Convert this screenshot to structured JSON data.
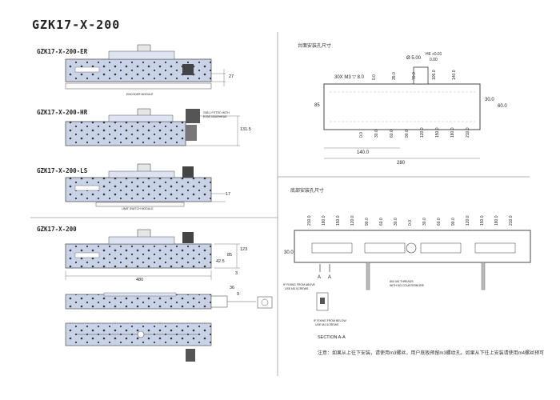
{
  "title": "GZK17-X-200",
  "variants": {
    "er": "GZK17-X-200-ER",
    "hr": "GZK17-X-200-HR",
    "ls": "GZK17-X-200-LS",
    "base": "GZK17-X-200"
  },
  "callouts": {
    "encoder": "ENCODER MODULE",
    "gearhead_1": "G55.1 FITTED WITH",
    "gearhead_2": "EG55 GEARHEAD",
    "limit": "LIMIT SWITCH MODULE",
    "fix_above_1": "IF FIXING FROM ABOVE",
    "fix_above_2": "USE M3 SCREWS",
    "fix_below_1": "IF FIXING FROM BELOW",
    "fix_below_2": "USE M4 SCREWS",
    "threads_1": "80X M4 THREADS",
    "threads_2": "WITH M3 COUNTERBORE",
    "section": "SECTION A-A"
  },
  "dims_left": {
    "er_height": "27",
    "hr_height": "131.5",
    "ls_height": "17",
    "base_85": "85",
    "base_123": "123",
    "base_42_5": "42.5",
    "base_3": "3",
    "base_480": "480",
    "side_36": "36",
    "side_9": "9"
  },
  "top_right": {
    "title": "台面安装孔尺寸",
    "holes": "30X M3 ▽ 8.0",
    "pin": "Ø 5.00",
    "tol_hi": "H6 +0.01",
    "tol_lo": "0.00",
    "top_marks": [
      "0.0",
      "35.0",
      "70.0",
      "105.0",
      "140.0"
    ],
    "bottom_marks": [
      "0.0",
      "30.0",
      "60.0",
      "90.0",
      "120.0",
      "150.0",
      "180.0",
      "210.0"
    ],
    "height_85": "85",
    "right_30": "30.0",
    "right_60": "60.0",
    "width_140": "140.0",
    "width_280": "280"
  },
  "bottom_right": {
    "title": "底部安装孔尺寸",
    "top_marks": [
      "210.0",
      "180.0",
      "150.0",
      "120.0",
      "90.0",
      "60.0",
      "30.0",
      "0.0",
      "30.0",
      "60.0",
      "90.0",
      "120.0",
      "150.0",
      "180.0",
      "210.0"
    ],
    "side_30": "30.0",
    "mark_a": "A",
    "mark_a2": "A"
  },
  "note": "注意：如果从上往下安装，请使用m3螺丝，用户底板预留m3螺纹孔。如果从下往上安装请使用m4螺丝预可"
}
